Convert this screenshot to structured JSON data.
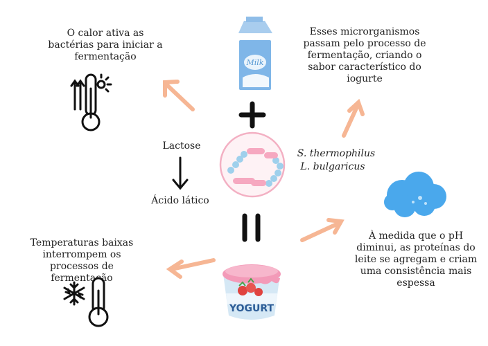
{
  "texts": {
    "heat": "O calor ativa as bactérias para iniciar a fermentação",
    "microbes": "Esses microrganismos passam pelo processo de fermentação, criando o sabor característico do iogurte",
    "lactose": "Lactose",
    "lactic_acid": "Ácido lático",
    "bacteria1": "S. thermophilus",
    "bacteria2": "L. bulgaricus",
    "cold": "Temperaturas baixas interrompem os processos de fermentação",
    "ph": "À medida que o pH diminui, as proteínas do leite se agregam e criam uma consistência mais espessa"
  },
  "labels": {
    "milk": "Milk",
    "yogurt": "YOGURT"
  },
  "colors": {
    "arrow": "#f6b694",
    "milk_carton": "#7fb6e8",
    "cloud": "#4aa8ec",
    "yogurt_lid": "#f39ab8",
    "yogurt_cup": "#d5e8f5",
    "bacteria_pink": "#f6a8c0",
    "bacteria_blue": "#9fd0ec"
  },
  "icons": [
    "milk-carton-icon",
    "plus-icon",
    "bacteria-circle-icon",
    "equals-icon",
    "yogurt-cup-icon",
    "hot-thermometer-icon",
    "cold-thermometer-icon",
    "cloud-icon"
  ]
}
